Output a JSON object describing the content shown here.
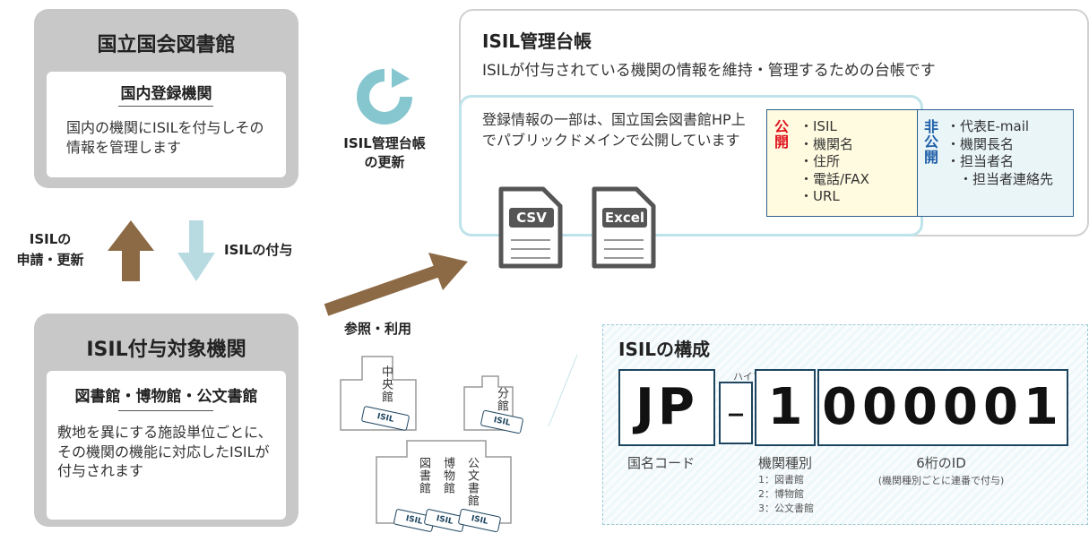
{
  "ndl_card": {
    "title": "国立国会図書館",
    "subtitle": "国内登録機関",
    "body": "国内の機関にISILを付与しその情報を管理します"
  },
  "target_card": {
    "title": "ISIL付与対象機関",
    "subtitle": "図書館・博物館・公文書館",
    "body": "敷地を異にする施設単位ごとに、その機関の機能に対応したISILが付与されます"
  },
  "arrows": {
    "apply_update": "ISILの\n申請・更新",
    "assign": "ISILの付与",
    "ledger_update": "ISIL管理台帳\nの更新",
    "reference": "参照・利用"
  },
  "ledger": {
    "title": "ISIL管理台帳",
    "description": "ISILが付与されている機関の情報を維持・管理するための台帳です",
    "public_note": "登録情報の一部は、国立国会図書館HP上でパブリックドメインで公開しています",
    "public_label": "公開",
    "public_items": [
      "・ISIL",
      "・機関名",
      "・住所",
      "・電話/FAX",
      "・URL"
    ],
    "nonpublic_label": "非公開",
    "nonpublic_items": [
      "・代表E-mail",
      "・機関長名",
      "・担当者名",
      "・担当者連絡先"
    ],
    "files": [
      "CSV",
      "Excel"
    ]
  },
  "buildings": {
    "central": "中央館",
    "branch": "分館",
    "library": "図書館",
    "museum": "博物館",
    "archives": "公文書館",
    "tag": "ISIL"
  },
  "isil_structure": {
    "title": "ISILの構成",
    "country_code": "JP",
    "hyphen_label": "ハイフン",
    "hyphen": "–",
    "type_digit": "1",
    "id_digits": "000001",
    "country_label": "国名コード",
    "type_label": "機関種別",
    "type_options": [
      "1：図書館",
      "2：博物館",
      "3：公文書館"
    ],
    "id_label": "6桁のID",
    "id_note": "(機関種別ごとに連番で付与)"
  },
  "colors": {
    "card_gray": "#c8c8c8",
    "arrow_brown": "#8c6a46",
    "arrow_lightblue": "#b8dbe2",
    "cycle_teal": "#86c6cf",
    "public_red": "#e0141e",
    "nonpublic_blue": "#1f5fa8",
    "box_navy": "#1d4560"
  }
}
